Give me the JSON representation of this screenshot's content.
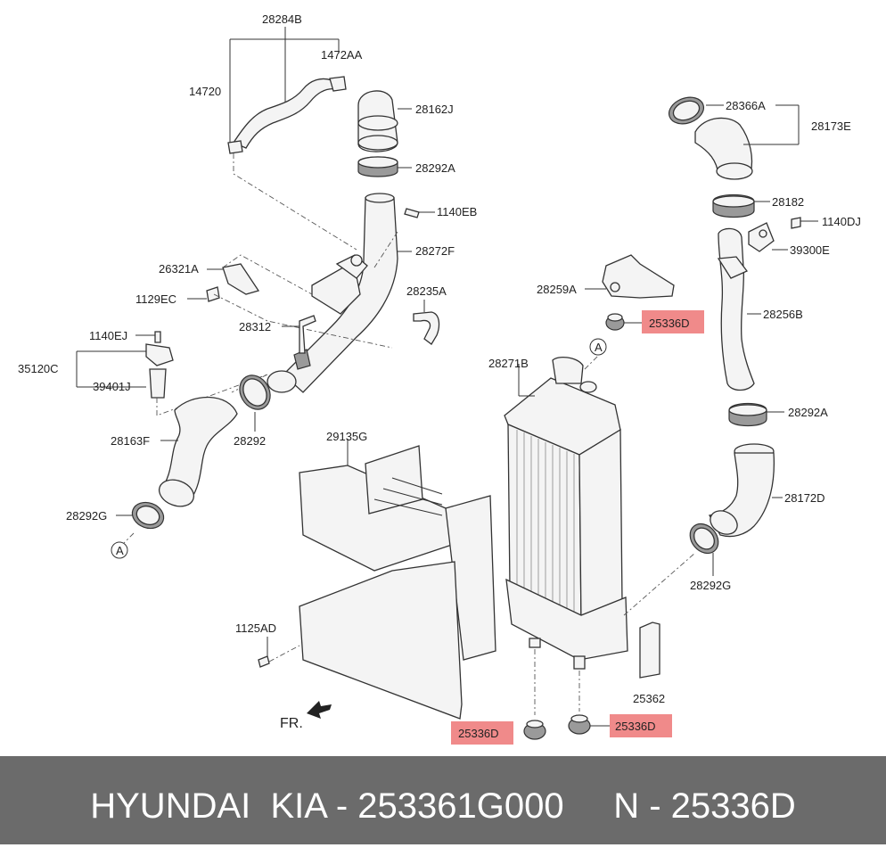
{
  "labels": {
    "l28284B": "28284B",
    "l1472AA": "1472AA",
    "l14720": "14720",
    "l28162J": "28162J",
    "l28292A_top": "28292A",
    "l1140EB": "1140EB",
    "l28272F": "28272F",
    "l26321A": "26321A",
    "l1129EC": "1129EC",
    "l28235A": "28235A",
    "l28312": "28312",
    "l1140EJ": "1140EJ",
    "l35120C": "35120C",
    "l39401J": "39401J",
    "l28163F": "28163F",
    "l28292": "28292",
    "l28292G_left": "28292G",
    "ref_A_left": "A",
    "l29135G": "29135G",
    "l1125AD": "1125AD",
    "fr": "FR.",
    "l28259A": "28259A",
    "l25336D_1": "25336D",
    "ref_A_mid": "A",
    "l28271B": "28271B",
    "l25362": "25362",
    "l25336D_2": "25336D",
    "l25336D_3": "25336D",
    "l28366A": "28366A",
    "l28173E": "28173E",
    "l28182": "28182",
    "l1140DJ": "1140DJ",
    "l39300E": "39300E",
    "l28256B": "28256B",
    "l28292A_right": "28292A",
    "l28172D": "28172D",
    "l28292G_right": "28292G"
  },
  "highlight_color": "#f08a8a",
  "footer": {
    "text": "HYUNDAI  KIA - 253361G000     N - 25336D",
    "background": "#6b6b6b"
  }
}
